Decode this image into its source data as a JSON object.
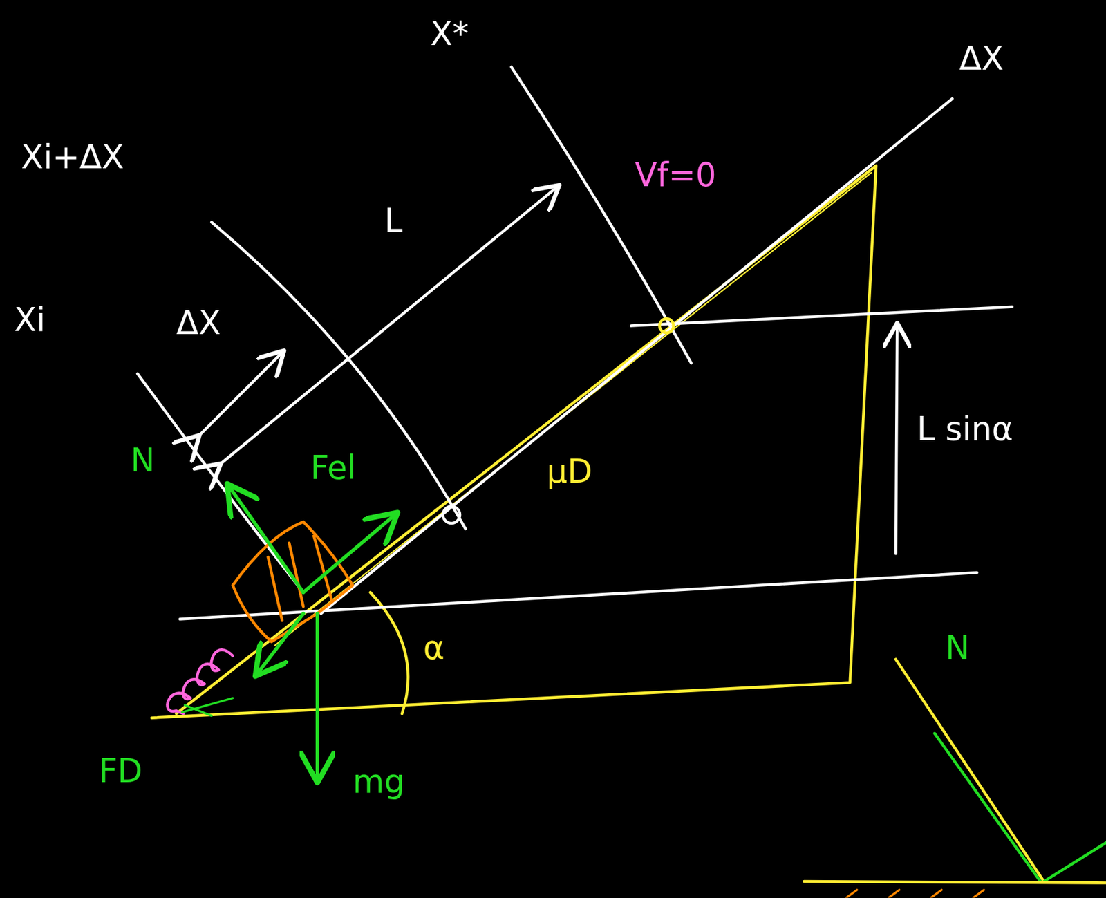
{
  "diagram": {
    "labels": [
      "X*",
      "ΔX",
      "Xi+ΔX",
      "Xi",
      "ΔX",
      "L",
      "Vf=0",
      "L sinα",
      "Fel",
      "N",
      "μD",
      "α",
      "FD",
      "mg",
      "N"
    ]
  }
}
